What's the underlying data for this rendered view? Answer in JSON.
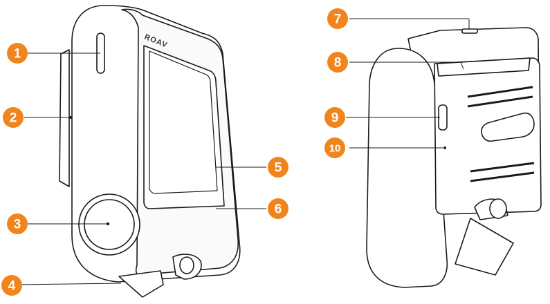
{
  "brand_text": "ROAV",
  "colors": {
    "callout": "#f0851e",
    "callout_text": "#ffffff",
    "outline": "#1a1a1a",
    "body": "#ffffff"
  },
  "callouts": [
    {
      "number": "1",
      "part": "front-top-slot"
    },
    {
      "number": "2",
      "part": "left-side-dot"
    },
    {
      "number": "3",
      "part": "lens"
    },
    {
      "number": "4",
      "part": "mount-base"
    },
    {
      "number": "5",
      "part": "screen"
    },
    {
      "number": "6",
      "part": "screen-bezel"
    },
    {
      "number": "7",
      "part": "top-slot"
    },
    {
      "number": "8",
      "part": "vent-grille"
    },
    {
      "number": "9",
      "part": "side-port"
    },
    {
      "number": "10",
      "part": "side-pinhole"
    }
  ]
}
